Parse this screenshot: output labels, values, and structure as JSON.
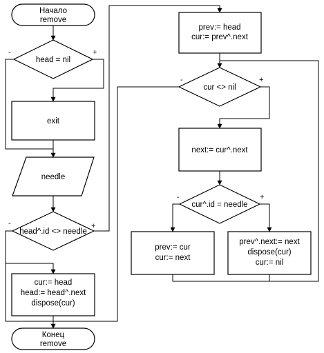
{
  "flowchart": {
    "start": [
      "Начало",
      "remove"
    ],
    "end": [
      "Конец",
      "remove"
    ],
    "cond_head_nil": "head = nil",
    "exit": "exit",
    "needle_input": "needle",
    "cond_head_id": "head^.id <> needle",
    "block_delete_head": [
      "cur:= head",
      "head:= head^.next",
      "dispose(cur)"
    ],
    "block_init": [
      "prev:= head",
      "cur:= prev^.next"
    ],
    "cond_cur_nil": "cur <> nil",
    "block_next": "next:= cur^.next",
    "cond_cur_id": "cur^.id = needle",
    "block_advance": [
      "prev:= cur",
      "cur:= next"
    ],
    "block_unlink": [
      "prev^.next:= next",
      "dispose(cur)",
      "cur:= nil"
    ],
    "minus": "-",
    "plus": "+"
  }
}
